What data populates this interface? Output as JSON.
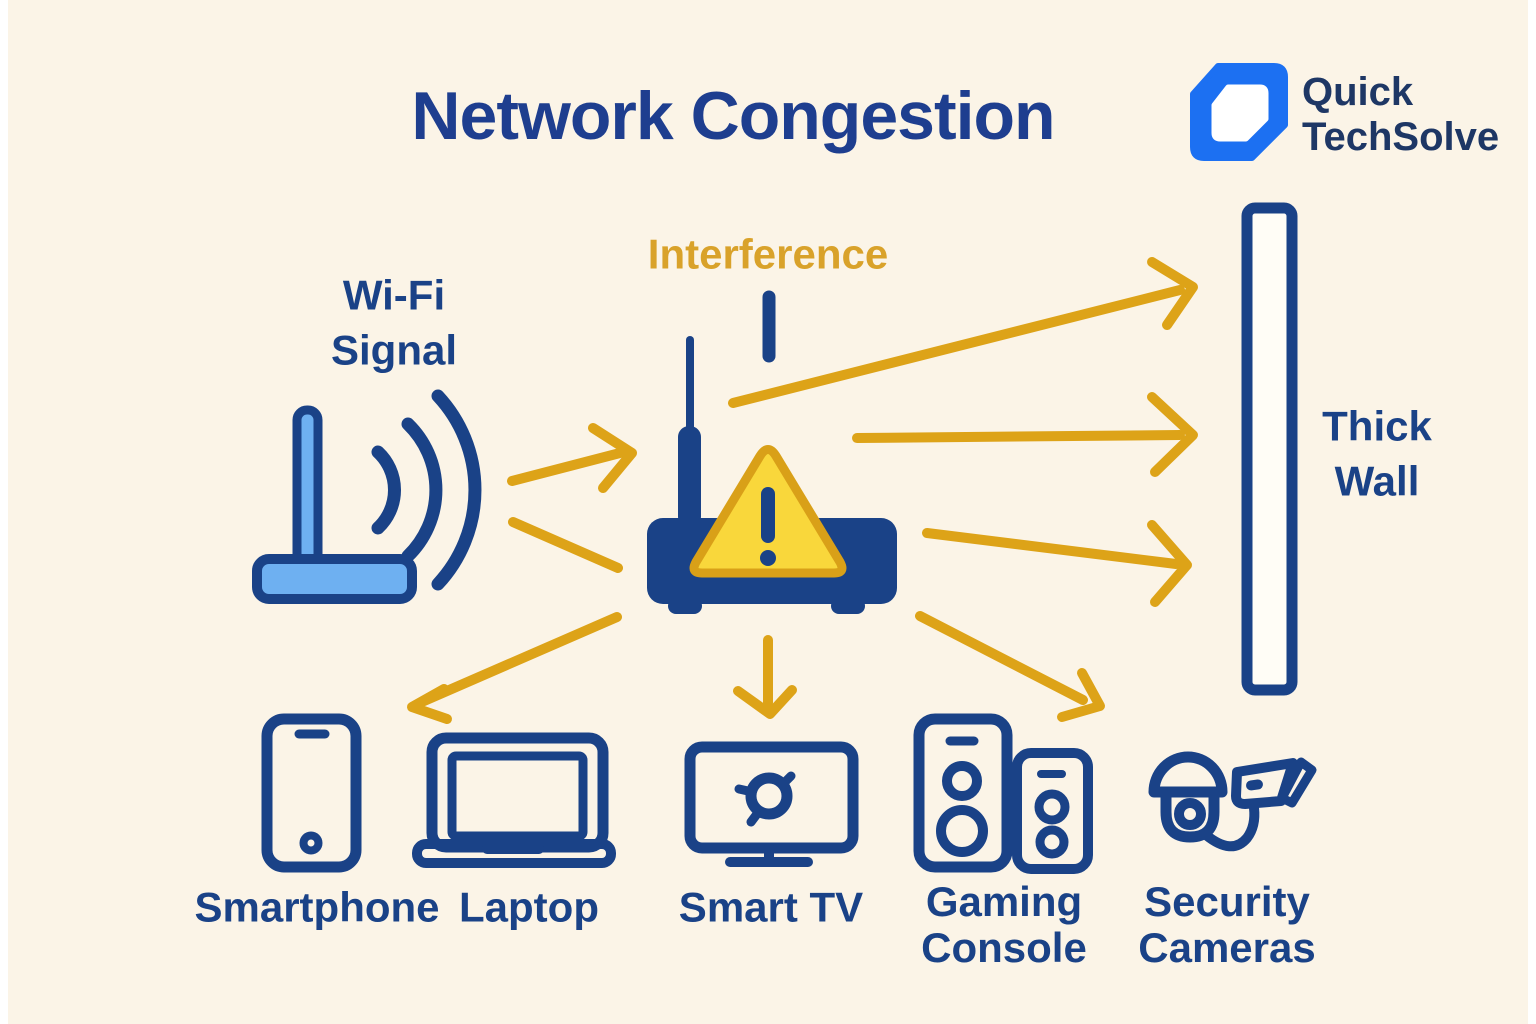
{
  "title": "Network Congestion",
  "brand": {
    "name_line1": "Quick",
    "name_line2": "TechSolve"
  },
  "labels": {
    "wifi_signal": "Wi-Fi\nSignal",
    "interference": "Interference",
    "thick_wall": "Thick\nWall"
  },
  "devices": [
    {
      "id": "smartphone",
      "label": "Smartphone"
    },
    {
      "id": "laptop",
      "label": "Laptop"
    },
    {
      "id": "smart-tv",
      "label": "Smart TV"
    },
    {
      "id": "gaming-console",
      "label": "Gaming\nConsole"
    },
    {
      "id": "security-cameras",
      "label": "Security\nCameras"
    }
  ],
  "icons": [
    "quicktechsolve-logo-mark",
    "wifi-antenna-icon",
    "signal-waves-icon",
    "interference-tick-icon",
    "router-icon",
    "warning-triangle-icon",
    "thick-wall-icon",
    "smartphone-icon",
    "laptop-icon",
    "smart-tv-icon",
    "gaming-console-icon",
    "security-cameras-icon",
    "signal-arrows"
  ],
  "colors": {
    "background": "#FBF4E7",
    "navy": "#1A4287",
    "title_navy": "#1E3E8F",
    "brand_navy": "#1E3765",
    "gold_arrow": "#DDA318",
    "gold_text": "#D9A22A",
    "triangle_yellow": "#F9D73B",
    "triangle_border": "#D9A018",
    "light_blue": "#6EB0F1",
    "logo_blue": "#1C70F2",
    "wall_fill": "#FFFDF6"
  }
}
